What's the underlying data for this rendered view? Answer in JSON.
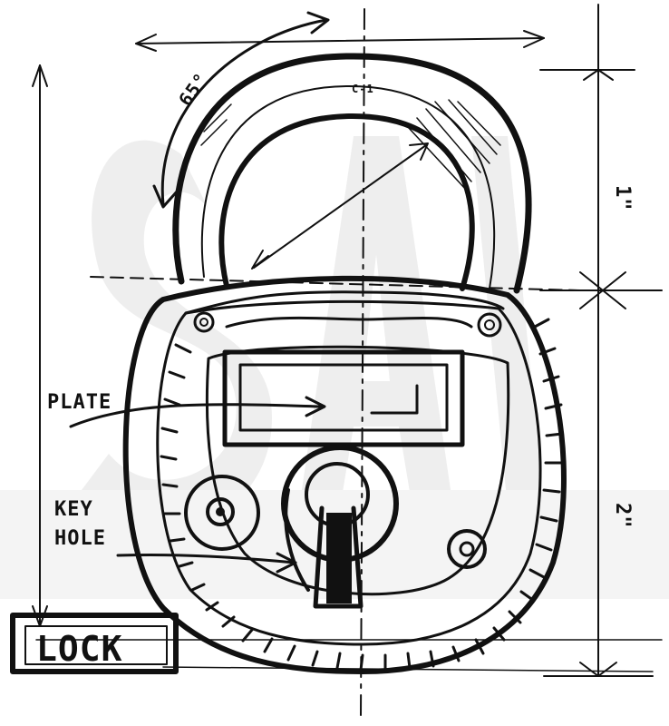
{
  "sketch": {
    "plate_label": "PLATE",
    "keyhole_label_line1": "KEY",
    "keyhole_label_line2": "HOLE",
    "title_label": "LOCK",
    "angle_label": "65°",
    "dim_top": "1\"",
    "dim_bottom": "2\"",
    "mark_top": "C-1"
  },
  "colors": {
    "ink": "#111111",
    "watermark": "#e9e9e9",
    "paper": "#ffffff"
  }
}
